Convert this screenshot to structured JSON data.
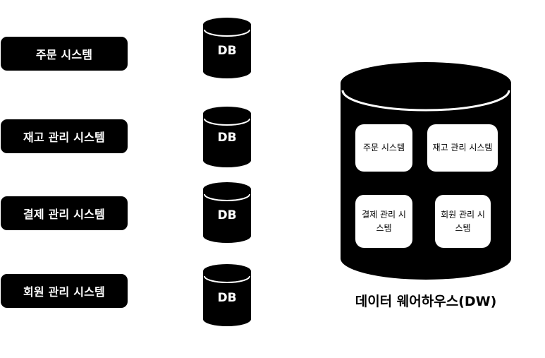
{
  "source_systems": [
    {
      "label": "주문 시스템"
    },
    {
      "label": "재고 관리 시스템"
    },
    {
      "label": "결제 관리 시스템"
    },
    {
      "label": "회원 관리 시스템"
    }
  ],
  "databases": [
    {
      "label": "DB"
    },
    {
      "label": "DB"
    },
    {
      "label": "DB"
    },
    {
      "label": "DB"
    }
  ],
  "warehouse": {
    "caption": "데이터 웨어하우스(DW)",
    "sections": [
      {
        "label": "주문 시스템"
      },
      {
        "label": "재고 관리 시스템"
      },
      {
        "label": "결제 관리 시스템"
      },
      {
        "label": "회원 관리 시스템"
      }
    ]
  },
  "colors": {
    "fill": "#000000",
    "background": "#ffffff"
  }
}
